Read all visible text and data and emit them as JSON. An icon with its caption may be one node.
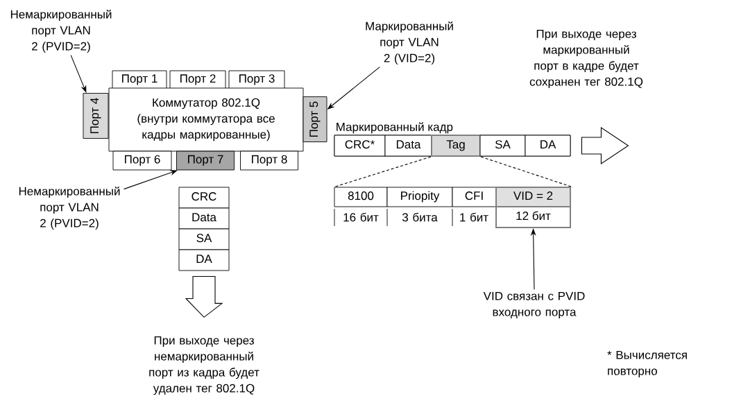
{
  "diagram": {
    "nodes": [
      {
        "text": [
          "Немаркированный порт VLAN 2 (PVID=2)"
        ]
      },
      {
        "text": [
          "Порт 1"
        ]
      },
      {
        "text": [
          "Порт 2"
        ]
      },
      {
        "text": [
          "Порт 3"
        ]
      },
      {
        "text": [
          "Порт 4"
        ]
      },
      {
        "text": [
          "Коммутатор 802.1Q",
          "(внутри коммутатора все кадры маркированные)"
        ]
      },
      {
        "text": [
          "Порт 5"
        ]
      },
      {
        "text": [
          "Маркированный порт VLAN 2 (VID=2)"
        ]
      },
      {
        "text": [
          "При выходе через маркированный порт в кадре будет сохранен тег 802.1Q"
        ]
      },
      {
        "text": [
          "Маркированный кадр"
        ]
      },
      {
        "text": [
          "CRC*"
        ],
        "in": 9
      },
      {
        "text": [
          "Data"
        ],
        "in": 9
      },
      {
        "text": [
          "Tag"
        ],
        "in": 9
      },
      {
        "text": [
          "SA"
        ],
        "in": 9
      },
      {
        "text": [
          "DA"
        ],
        "in": 9
      },
      {
        "text": [
          "Порт 6"
        ]
      },
      {
        "text": [
          "Порт 7"
        ]
      },
      {
        "text": [
          "Порт 8"
        ]
      },
      {
        "text": [
          "Немаркированный порт VLAN 2 (PVID=2)"
        ]
      },
      {
        "text": [
          "CRC"
        ]
      },
      {
        "text": [
          "Data"
        ]
      },
      {
        "text": [
          "SA"
        ]
      },
      {
        "text": [
          "DA"
        ]
      },
      {
        "text": [
          "8100"
        ]
      },
      {
        "text": [
          "Priopity"
        ]
      },
      {
        "text": [
          "CFI"
        ]
      },
      {
        "text": [
          "VID = 2"
        ]
      },
      {
        "text": [
          "12 бит"
        ]
      },
      {
        "text": [
          "VID связан с PVID входного порта"
        ]
      },
      {
        "text": [
          "При выходе через немаркированный порт из кадра будет удален тег 802.1Q"
        ]
      }
    ],
    "edges": [
      {
        "from": 0,
        "to": 4,
        "arrow": "to"
      },
      {
        "from": 7,
        "to": 6,
        "arrow": "to"
      },
      {
        "from": 18,
        "to": 16,
        "arrow": "to"
      },
      {
        "from": 12,
        "to": 23,
        "arrow": "none",
        "style": "dashed"
      },
      {
        "from": 12,
        "to": 26,
        "arrow": "none",
        "style": "dashed"
      },
      {
        "from": 28,
        "to": 27,
        "arrow": "to"
      },
      {
        "from": 9,
        "to": null,
        "arrow": "to"
      },
      {
        "from": 22,
        "to": 29,
        "arrow": "to"
      }
    ],
    "labels": [
      "16 бит",
      "3 бита",
      "1 бит",
      "* Вычисляется повторно"
    ]
  }
}
